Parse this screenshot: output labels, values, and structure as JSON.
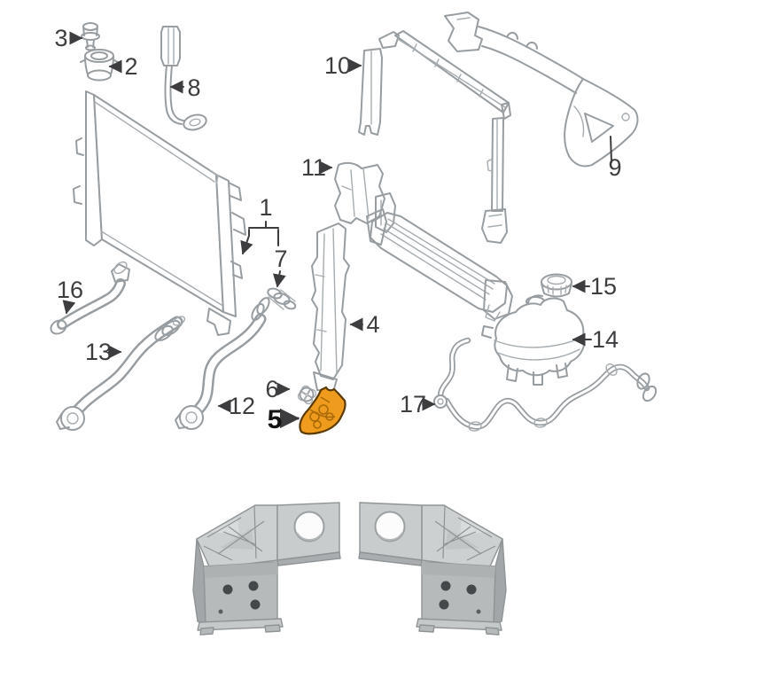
{
  "page": {
    "background_color": "#ffffff"
  },
  "diagram": {
    "type": "exploded-parts-diagram",
    "line_color": "#979da1",
    "callout_color": "#3d3d40",
    "highlight_fill": "#ef9b1e",
    "highlight_stroke": "#5a3a05",
    "highlighted_part_label": "5",
    "callouts": [
      {
        "label": "1"
      },
      {
        "label": "2"
      },
      {
        "label": "3"
      },
      {
        "label": "4"
      },
      {
        "label": "5",
        "highlighted": true
      },
      {
        "label": "6"
      },
      {
        "label": "7"
      },
      {
        "label": "8"
      },
      {
        "label": "9"
      },
      {
        "label": "10"
      },
      {
        "label": "11"
      },
      {
        "label": "12"
      },
      {
        "label": "13"
      },
      {
        "label": "14"
      },
      {
        "label": "15"
      },
      {
        "label": "16"
      },
      {
        "label": "17"
      }
    ]
  },
  "photo": {
    "piece_count": 2,
    "bracket_color": "#bfc2c3",
    "dot_color": "#45484a",
    "hole_color": "#fcfcfc"
  }
}
